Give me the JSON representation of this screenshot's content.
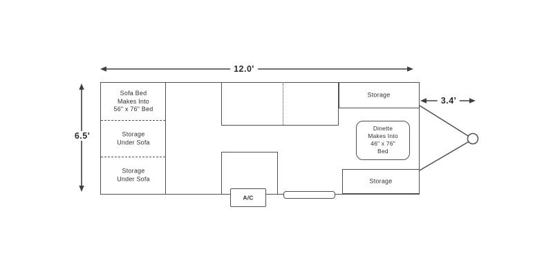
{
  "colors": {
    "line": "#4f4f4f",
    "text": "#2f2f2f",
    "background": "#ffffff"
  },
  "dimensions": {
    "length_label": "12.0'",
    "width_label": "6.5'",
    "tongue_label": "3.4'"
  },
  "areas": {
    "sofa_bed": [
      "Sofa Bed",
      "Makes Into",
      "56\" x 76\" Bed"
    ],
    "storage_under_sofa_upper": [
      "Storage",
      "Under Sofa"
    ],
    "storage_under_sofa_lower": [
      "Storage",
      "Under Sofa"
    ],
    "storage_front": "Storage",
    "storage_rear": "Storage",
    "dinette": [
      "Dinette",
      "Makes Into",
      "46\" x 76\"",
      "Bed"
    ],
    "ac_unit": "A/C"
  }
}
